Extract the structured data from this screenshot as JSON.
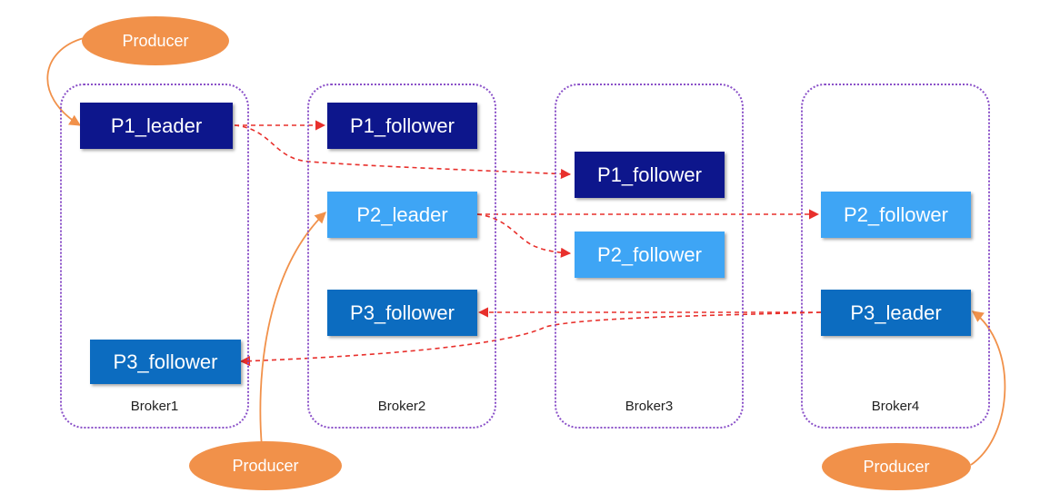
{
  "brokers": [
    {
      "id": "broker1",
      "label": "Broker1"
    },
    {
      "id": "broker2",
      "label": "Broker2"
    },
    {
      "id": "broker3",
      "label": "Broker3"
    },
    {
      "id": "broker4",
      "label": "Broker4"
    }
  ],
  "partitions": {
    "p1_leader": "P1_leader",
    "p1_follower_b2": "P1_follower",
    "p1_follower_b3": "P1_follower",
    "p2_leader": "P2_leader",
    "p2_follower_b3": "P2_follower",
    "p2_follower_b4": "P2_follower",
    "p3_leader": "P3_leader",
    "p3_follower_b1": "P3_follower",
    "p3_follower_b2": "P3_follower"
  },
  "producers": {
    "top_left": "Producer",
    "bottom_left": "Producer",
    "bottom_right": "Producer"
  },
  "colors": {
    "p1": "#0d168c",
    "p2": "#3ea5f5",
    "p3": "#0c6cc0",
    "producer": "#f1914a",
    "replication_arrow": "#e8302c",
    "producer_arrow": "#f1914a",
    "broker_border": "#8a50c8"
  }
}
